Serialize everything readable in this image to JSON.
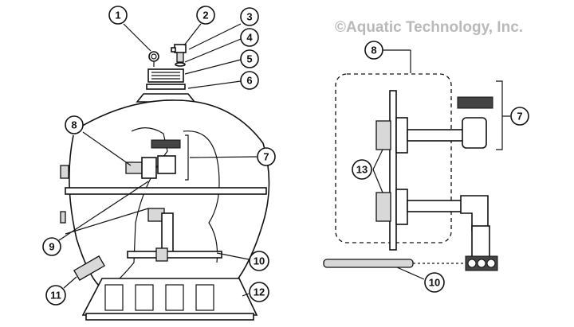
{
  "watermark": "©Aquatic Technology, Inc.",
  "callouts": {
    "c1": "1",
    "c2": "2",
    "c3": "3",
    "c4": "4",
    "c5": "5",
    "c6": "6",
    "c7a": "7",
    "c8a": "8",
    "c9": "9",
    "c10a": "10",
    "c11": "11",
    "c12": "12",
    "c8b": "8",
    "c7b": "7",
    "c13": "13",
    "c10b": "10"
  },
  "colors": {
    "line": "#111111",
    "shade": "#d8d8d8",
    "watermark": "#b9b9b9"
  }
}
